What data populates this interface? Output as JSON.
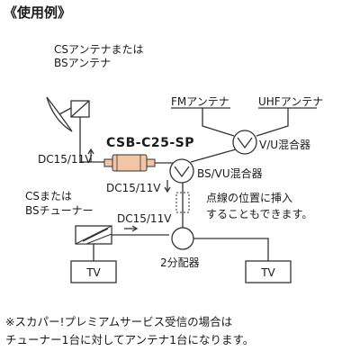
{
  "title": "《使用例》",
  "antenna_cs_bs": {
    "line1": "CSアンテナまたは",
    "line2": "BSアンテナ"
  },
  "antenna_fm": "FMアンテナ",
  "antenna_uhf": "UHFアンテナ",
  "mixer_vu": "V/U混合器",
  "mixer_bsvu": "BS/VU混合器",
  "product": "CSB-C25-SP",
  "dc_upper": "DC15/11V",
  "dc_lower": "DC15/11V",
  "dc_tuner": "DC15/11V",
  "dotted_note": {
    "line1": "点線の位置に挿入",
    "line2": "することもできます。"
  },
  "tuner": {
    "line1": "CSまたは",
    "line2": "BSチューナー"
  },
  "splitter": "2分配器",
  "tv_left": "TV",
  "tv_right": "TV",
  "footnote": {
    "line1": "※スカパー!プレミアムサービス受信の場合は",
    "line2": "チューナー1台に対してアンテナ1台になります。"
  }
}
